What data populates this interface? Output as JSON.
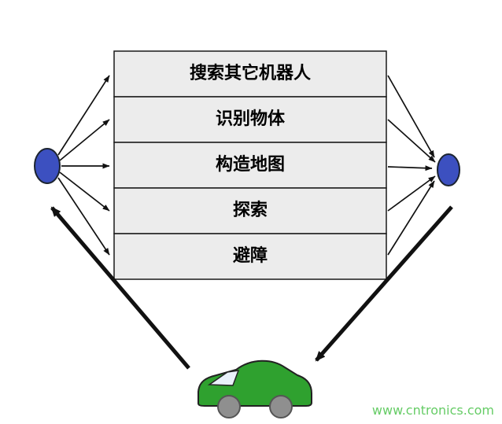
{
  "diagram": {
    "behavior_boxes": [
      {
        "label": "搜索其它机器人"
      },
      {
        "label": "识别物体"
      },
      {
        "label": "构造地图"
      },
      {
        "label": "探索"
      },
      {
        "label": "避障"
      }
    ],
    "colors": {
      "box_fill": "#ececec",
      "box_stroke": "#1a1a1a",
      "node_fill": "#3c50c0",
      "node_stroke": "#1c2430",
      "arrow": "#111111",
      "car_body": "#2fa12f",
      "car_windshield": "#e9f1fa",
      "wheel": "#8f8f8f",
      "watermark": "#66cc66"
    }
  },
  "watermark": {
    "text": "www.cntronics.com"
  }
}
